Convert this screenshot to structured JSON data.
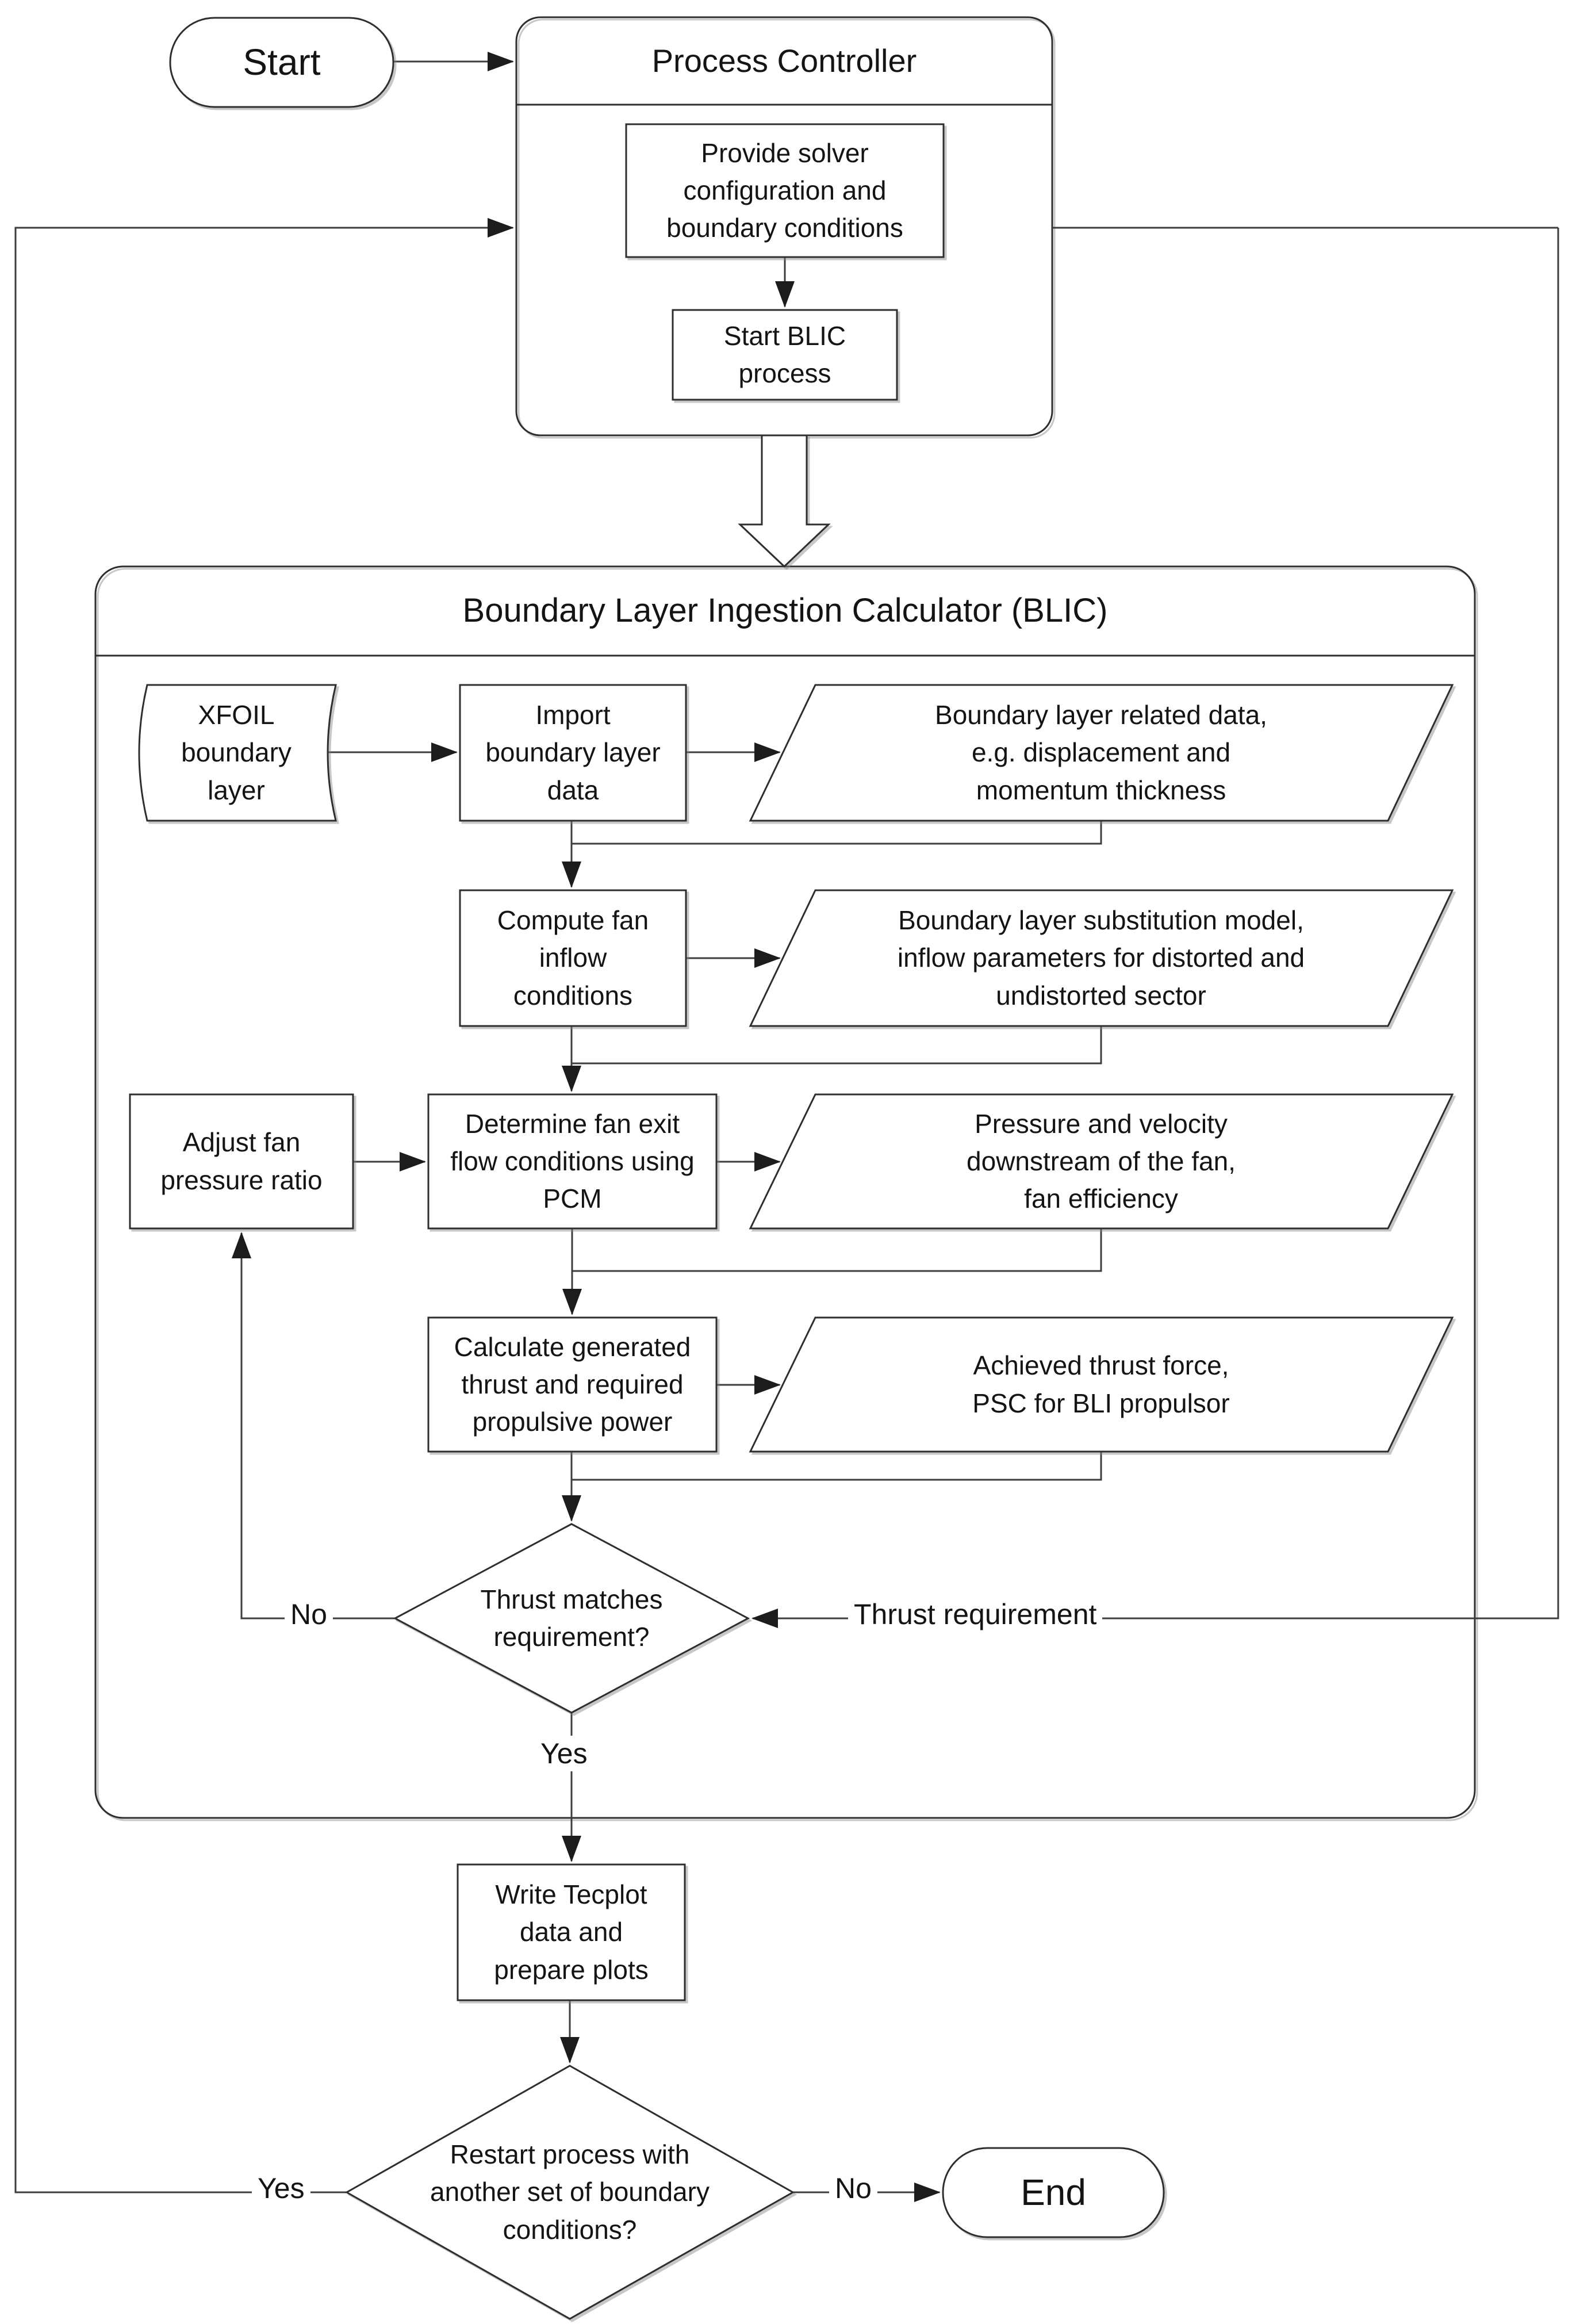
{
  "diagram": {
    "kind": "flowchart",
    "terminators": {
      "start": "Start",
      "end": "End"
    },
    "process_controller": {
      "title": "Process Controller",
      "steps": {
        "provide_solver": "Provide solver\nconfiguration and\nboundary conditions",
        "start_blic": "Start BLIC\nprocess"
      }
    },
    "blic": {
      "title": "Boundary Layer Ingestion Calculator (BLIC)",
      "stored_data": {
        "xfoil": "XFOIL\nboundary\nlayer"
      },
      "steps": {
        "import": "Import\nboundary layer\ndata",
        "compute": "Compute fan\ninflow\nconditions",
        "adjust": "Adjust fan\npressure ratio",
        "determine": "Determine fan exit\nflow conditions using\nPCM",
        "calculate": "Calculate generated\nthrust and required\npropulsive power"
      },
      "outputs": {
        "bl_related": "Boundary layer related data,\ne.g. displacement and\nmomentum thickness",
        "bl_substitution": "Boundary layer substitution model,\ninflow parameters for distorted and\nundistorted sector",
        "pressure_velocity": "Pressure and velocity\ndownstream of the fan,\nfan efficiency",
        "achieved_thrust": "Achieved thrust force,\nPSC for BLI propulsor"
      },
      "decision": "Thrust matches\nrequirement?"
    },
    "post_steps": {
      "write_tecplot": "Write Tecplot\ndata and\nprepare plots",
      "restart_decision": "Restart process with\nanother set of boundary\nconditions?"
    },
    "edge_labels": {
      "thrust_no": "No",
      "thrust_yes": "Yes",
      "thrust_requirement": "Thrust requirement",
      "restart_yes": "Yes",
      "restart_no": "No"
    },
    "colors": {
      "background": "#ffffff",
      "connector": "#3d3d3d",
      "shape_border": "#2e2e2e",
      "shape_fill": "#ffffff",
      "text": "#141414",
      "shadow": "#828282"
    }
  }
}
